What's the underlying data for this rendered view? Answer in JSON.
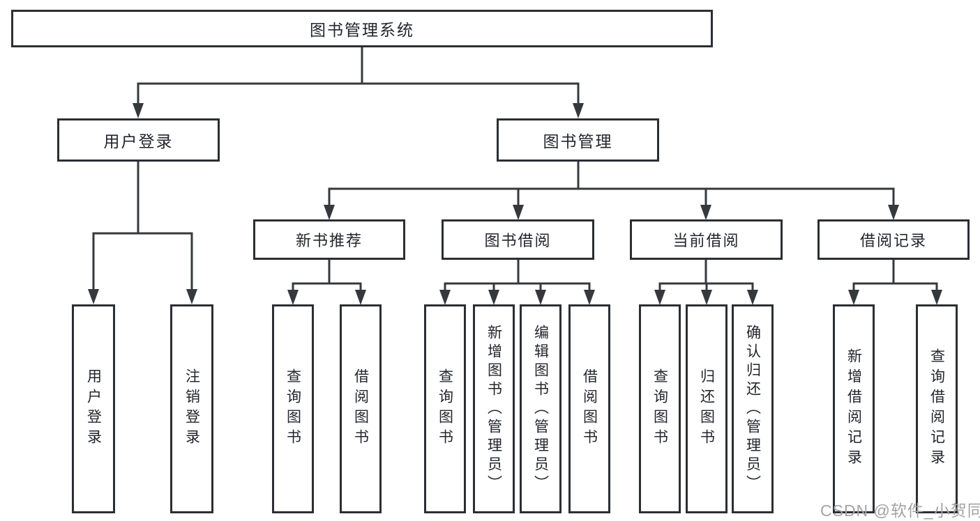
{
  "root": {
    "label": "图书管理系统"
  },
  "branches": [
    {
      "label": "用户登录",
      "children": [
        {
          "label": "用户登录"
        },
        {
          "label": "注销登录"
        }
      ]
    },
    {
      "label": "图书管理",
      "children": [
        {
          "label": "新书推荐",
          "children": [
            {
              "label": "查询图书"
            },
            {
              "label": "借阅图书"
            }
          ]
        },
        {
          "label": "图书借阅",
          "children": [
            {
              "label": "查询图书"
            },
            {
              "label": "新增图书（管理员）"
            },
            {
              "label": "编辑图书（管理员）"
            },
            {
              "label": "借阅图书"
            }
          ]
        },
        {
          "label": "当前借阅",
          "children": [
            {
              "label": "查询图书"
            },
            {
              "label": "归还图书"
            },
            {
              "label": "确认归还（管理员）"
            }
          ]
        },
        {
          "label": "借阅记录",
          "children": [
            {
              "label": "新增借阅记录"
            },
            {
              "label": "查询借阅记录"
            }
          ]
        }
      ]
    }
  ],
  "watermark": {
    "text": "CSDN @软件_小贺同学"
  },
  "colors": {
    "line": "#35383d",
    "box_border": "#2b2e33",
    "text": "#22262c",
    "watermark": "#a3a3a3",
    "background": "#ffffff"
  }
}
